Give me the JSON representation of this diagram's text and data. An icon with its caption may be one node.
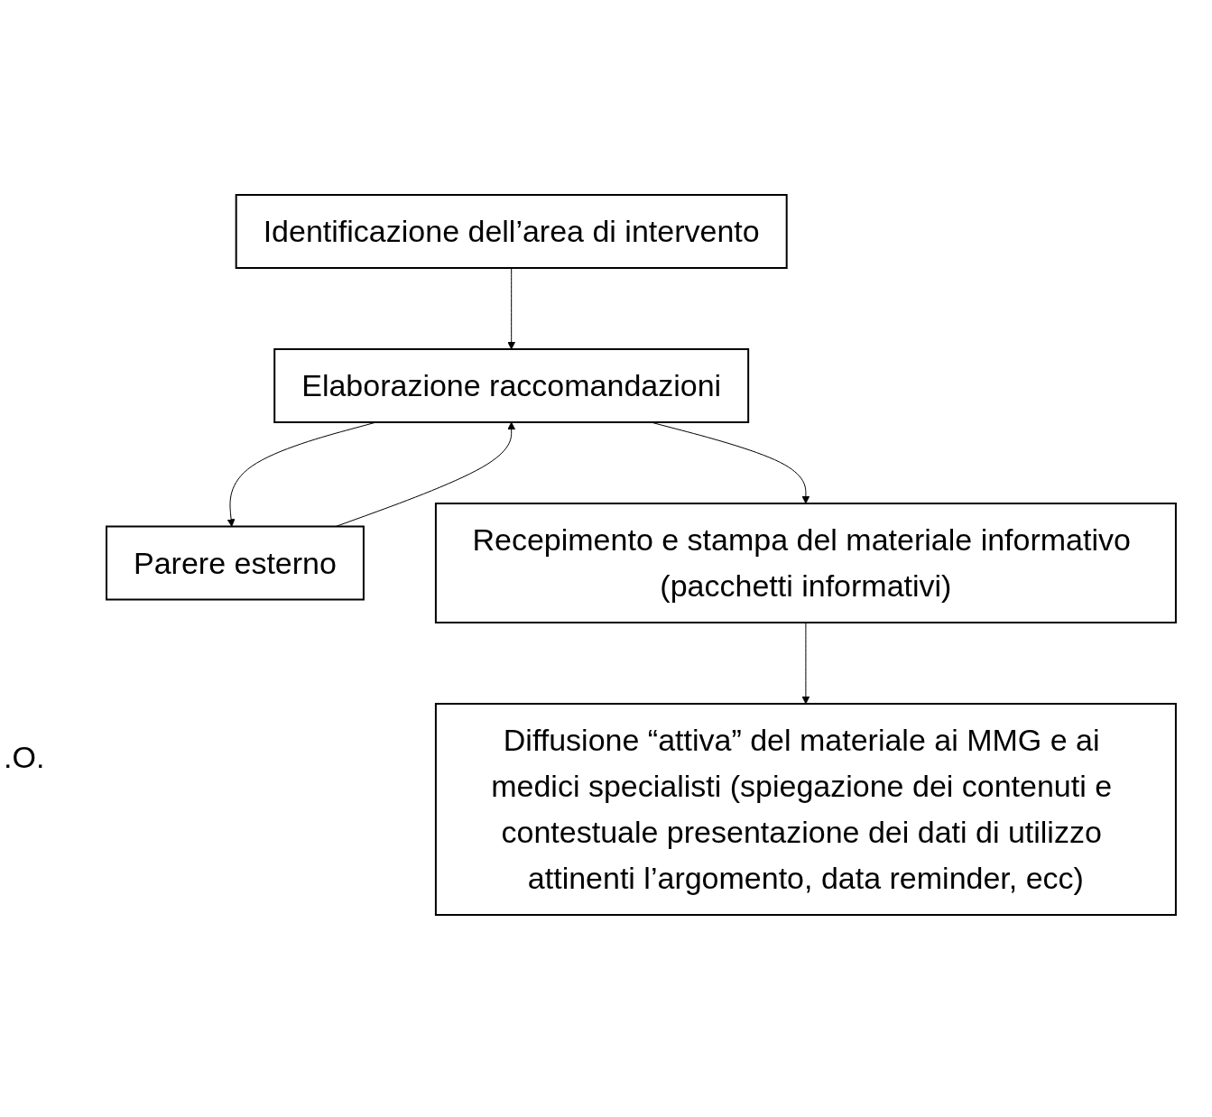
{
  "diagram": {
    "nodes": [
      {
        "text": [
          "Identificazione dell’area di intervento"
        ]
      },
      {
        "text": [
          "Elaborazione raccomandazioni"
        ]
      },
      {
        "text": [
          "Parere esterno"
        ]
      },
      {
        "text": [
          "Recepimento e stampa del materiale informativo (pacchetti informativi)"
        ]
      },
      {
        "text": [
          "Diffusione “attiva” del materiale ai MMG e ai medici specialisti (spiegazione dei contenuti e contestuale presentazione dei dati di utilizzo attinenti l’argomento, data reminder, ecc)"
        ]
      }
    ],
    "edges": [
      {
        "from": 0,
        "to": 1,
        "arrow": "to"
      },
      {
        "from": 1,
        "to": 2,
        "arrow": "to"
      },
      {
        "from": 2,
        "to": 1,
        "arrow": "to"
      },
      {
        "from": 1,
        "to": 3,
        "arrow": "to"
      },
      {
        "from": 3,
        "to": 4,
        "arrow": "to"
      }
    ],
    "labels": [
      ".O."
    ]
  }
}
